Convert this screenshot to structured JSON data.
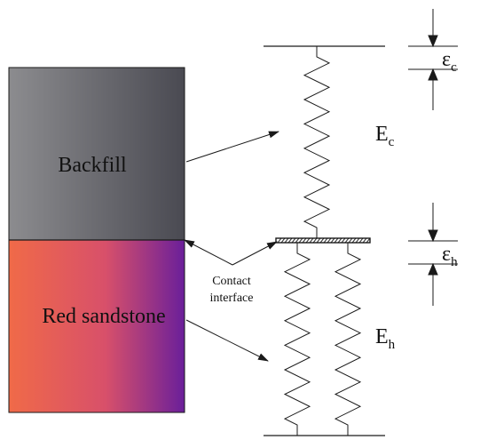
{
  "layers": {
    "backfill": {
      "label": "Backfill"
    },
    "red_sandstone": {
      "label": "Red sandstone"
    }
  },
  "interface_label": {
    "line1": "Contact",
    "line2": "interface"
  },
  "moduli": {
    "backfill": {
      "symbol": "E",
      "subscript": "c"
    },
    "sandstone": {
      "symbol": "E",
      "subscript": "h"
    }
  },
  "strains": {
    "backfill": {
      "symbol": "ε",
      "subscript": "c"
    },
    "sandstone": {
      "symbol": "ε",
      "subscript": "h"
    }
  },
  "colors": {
    "backfill_light": "#8c8c8f",
    "backfill_dark": "#4a4a52",
    "sandstone_left": "#f06a48",
    "sandstone_mid": "#d8506a",
    "sandstone_right": "#6a1f9a",
    "line": "#1a1a1a"
  }
}
